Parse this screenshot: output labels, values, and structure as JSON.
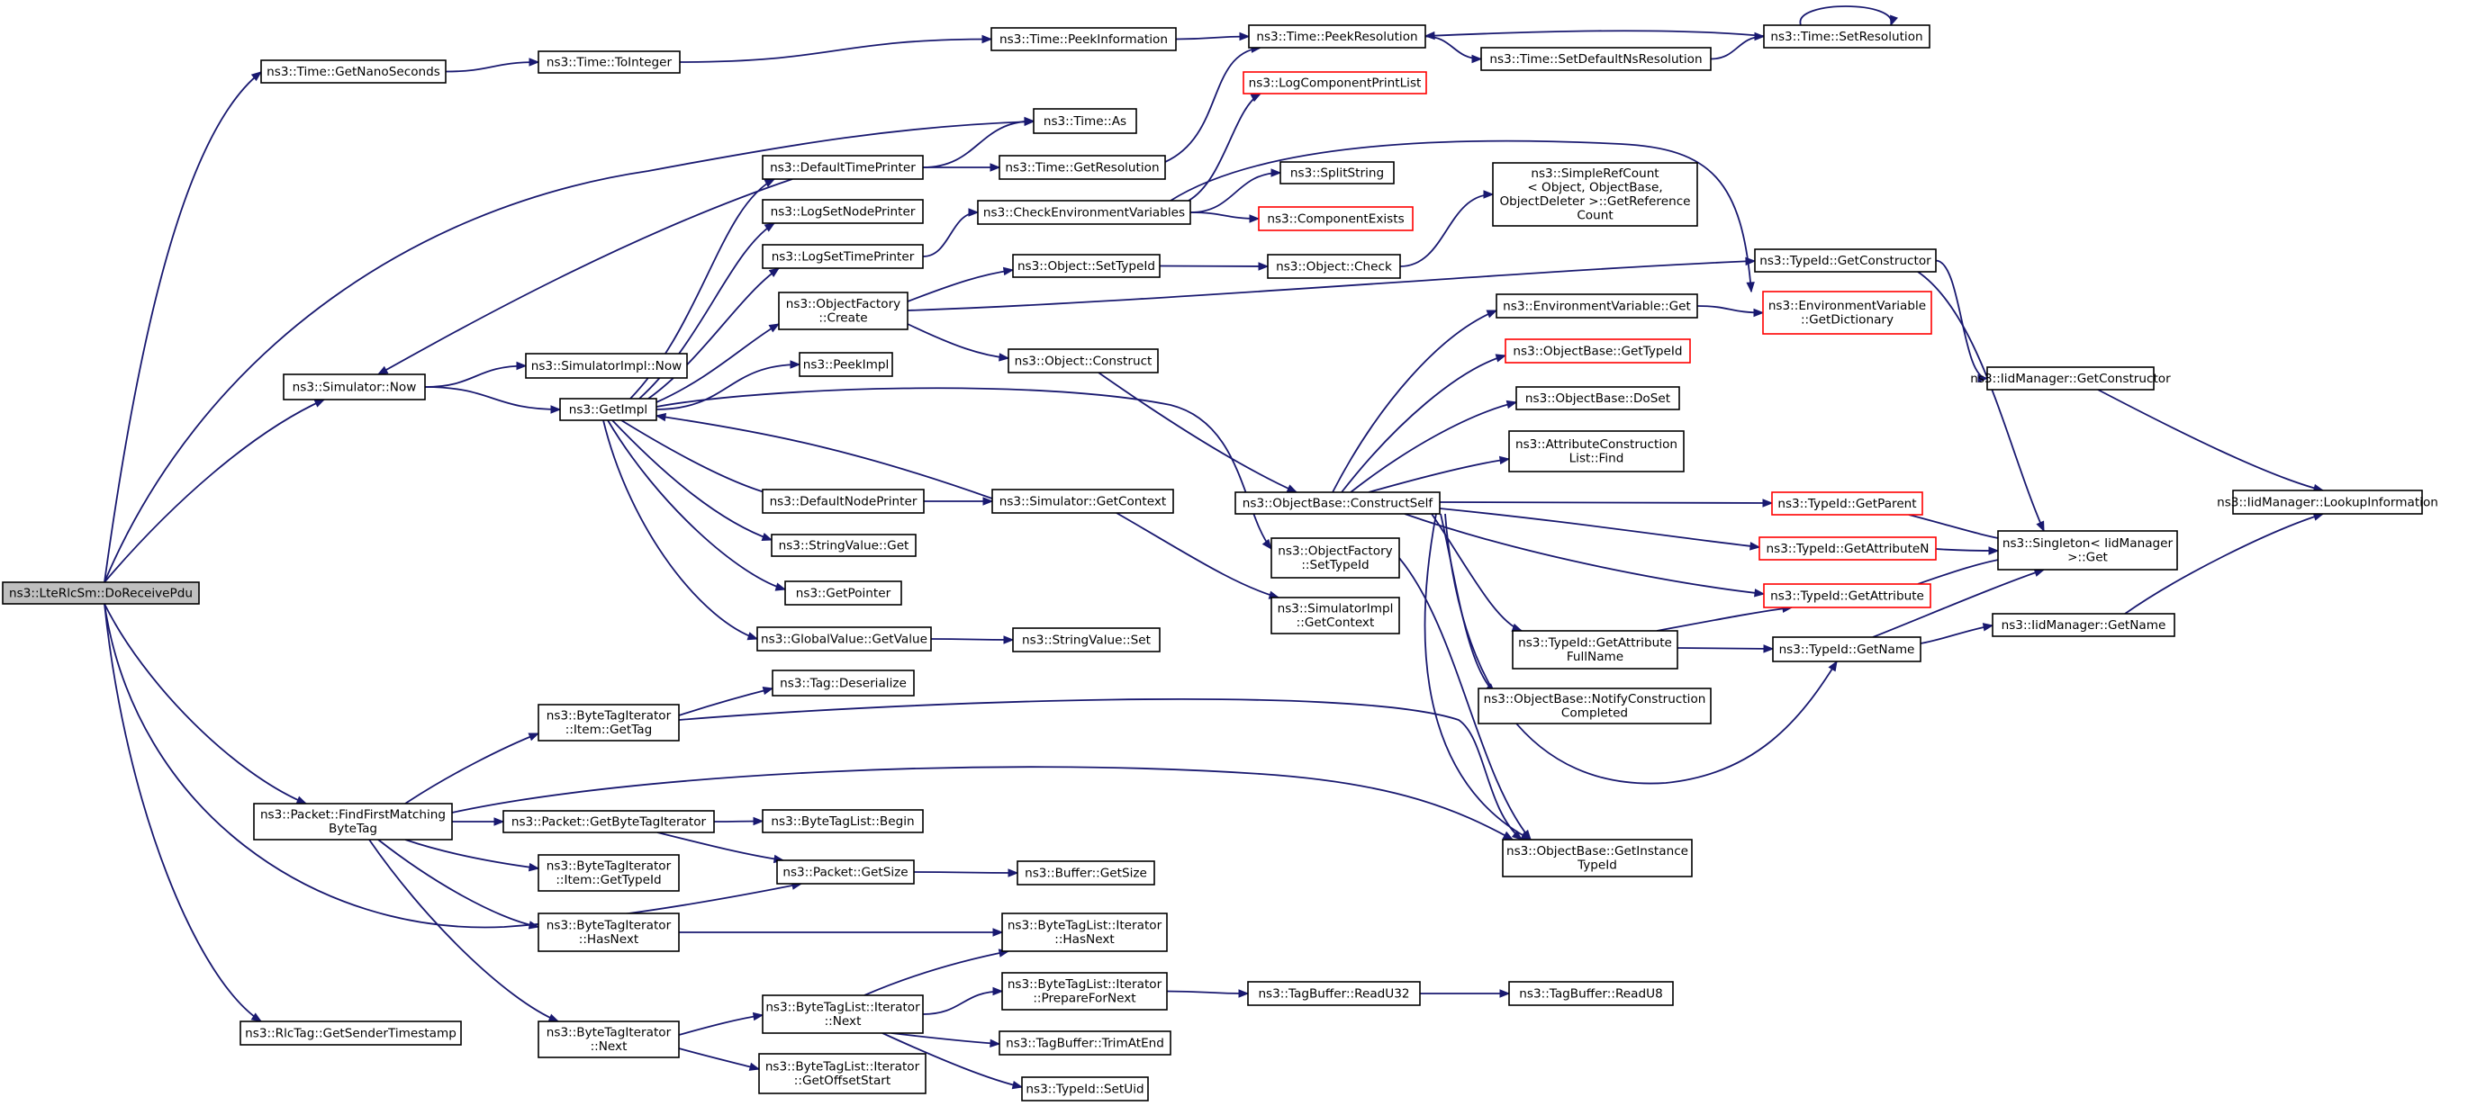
{
  "edge_color": "#191970",
  "root_fill": "#bfbfbf",
  "nodes": [
    {
      "id": "root",
      "lines": [
        "ns3::LteRlcSm::DoReceivePdu"
      ],
      "root": true
    },
    {
      "id": "getnano",
      "lines": [
        "ns3::Time::GetNanoSeconds"
      ]
    },
    {
      "id": "tointeger",
      "lines": [
        "ns3::Time::ToInteger"
      ]
    },
    {
      "id": "peekinfo",
      "lines": [
        "ns3::Time::PeekInformation"
      ]
    },
    {
      "id": "peekres",
      "lines": [
        "ns3::Time::PeekResolution"
      ]
    },
    {
      "id": "setdefault",
      "lines": [
        "ns3::Time::SetDefaultNsResolution"
      ]
    },
    {
      "id": "setres",
      "lines": [
        "ns3::Time::SetResolution"
      ]
    },
    {
      "id": "logprint",
      "lines": [
        "ns3::LogComponentPrintList"
      ],
      "red": true
    },
    {
      "id": "timeas",
      "lines": [
        "ns3::Time::As"
      ]
    },
    {
      "id": "deftimeprinter",
      "lines": [
        "ns3::DefaultTimePrinter"
      ]
    },
    {
      "id": "getres",
      "lines": [
        "ns3::Time::GetResolution"
      ]
    },
    {
      "id": "splitstring",
      "lines": [
        "ns3::SplitString"
      ]
    },
    {
      "id": "lognodeprinter",
      "lines": [
        "ns3::LogSetNodePrinter"
      ]
    },
    {
      "id": "checkenv",
      "lines": [
        "ns3::CheckEnvironmentVariables"
      ]
    },
    {
      "id": "compexists",
      "lines": [
        "ns3::ComponentExists"
      ],
      "red": true
    },
    {
      "id": "simpleref",
      "lines": [
        "ns3::SimpleRefCount",
        "< Object, ObjectBase,",
        "ObjectDeleter >::GetReference",
        "Count"
      ]
    },
    {
      "id": "logtimeprinter",
      "lines": [
        "ns3::LogSetTimePrinter"
      ]
    },
    {
      "id": "objsettypeid",
      "lines": [
        "ns3::Object::SetTypeId"
      ]
    },
    {
      "id": "objcheck",
      "lines": [
        "ns3::Object::Check"
      ]
    },
    {
      "id": "getconstructor",
      "lines": [
        "ns3::TypeId::GetConstructor"
      ]
    },
    {
      "id": "factorycreate",
      "lines": [
        "ns3::ObjectFactory",
        "::Create"
      ]
    },
    {
      "id": "envget",
      "lines": [
        "ns3::EnvironmentVariable::Get"
      ]
    },
    {
      "id": "envdict",
      "lines": [
        "ns3::EnvironmentVariable",
        "::GetDictionary"
      ],
      "red": true
    },
    {
      "id": "obgettypeid",
      "lines": [
        "ns3::ObjectBase::GetTypeId"
      ],
      "red": true
    },
    {
      "id": "objconstruct",
      "lines": [
        "ns3::Object::Construct"
      ]
    },
    {
      "id": "simnow",
      "lines": [
        "ns3::Simulator::Now"
      ]
    },
    {
      "id": "simimplnow",
      "lines": [
        "ns3::SimulatorImpl::Now"
      ]
    },
    {
      "id": "peekimpl",
      "lines": [
        "ns3::PeekImpl"
      ]
    },
    {
      "id": "iidgetctor",
      "lines": [
        "ns3::IidManager::GetConstructor"
      ]
    },
    {
      "id": "getimpl",
      "lines": [
        "ns3::GetImpl"
      ]
    },
    {
      "id": "obdoset",
      "lines": [
        "ns3::ObjectBase::DoSet"
      ]
    },
    {
      "id": "attrfind",
      "lines": [
        "ns3::AttributeConstruction",
        "List::Find"
      ]
    },
    {
      "id": "lookupinfo",
      "lines": [
        "ns3::IidManager::LookupInformation"
      ]
    },
    {
      "id": "defnodeprinter",
      "lines": [
        "ns3::DefaultNodePrinter"
      ]
    },
    {
      "id": "simgetcontext",
      "lines": [
        "ns3::Simulator::GetContext"
      ]
    },
    {
      "id": "constructself",
      "lines": [
        "ns3::ObjectBase::ConstructSelf"
      ]
    },
    {
      "id": "getparent",
      "lines": [
        "ns3::TypeId::GetParent"
      ],
      "red": true
    },
    {
      "id": "singletonget",
      "lines": [
        "ns3::Singleton< IidManager",
        " >::Get"
      ]
    },
    {
      "id": "factorysettypeid",
      "lines": [
        "ns3::ObjectFactory",
        "::SetTypeId"
      ]
    },
    {
      "id": "getattrn",
      "lines": [
        "ns3::TypeId::GetAttributeN"
      ],
      "red": true
    },
    {
      "id": "strvalget",
      "lines": [
        "ns3::StringValue::Get"
      ]
    },
    {
      "id": "getattribute",
      "lines": [
        "ns3::TypeId::GetAttribute"
      ],
      "red": true
    },
    {
      "id": "simimplctx",
      "lines": [
        "ns3::SimulatorImpl",
        "::GetContext"
      ]
    },
    {
      "id": "getpointer",
      "lines": [
        "ns3::GetPointer"
      ]
    },
    {
      "id": "gvgetvalue",
      "lines": [
        "ns3::GlobalValue::GetValue"
      ]
    },
    {
      "id": "strvalset",
      "lines": [
        "ns3::StringValue::Set"
      ]
    },
    {
      "id": "getattrfullname",
      "lines": [
        "ns3::TypeId::GetAttribute",
        "FullName"
      ]
    },
    {
      "id": "tidgetname",
      "lines": [
        "ns3::TypeId::GetName"
      ]
    },
    {
      "id": "iidgetname",
      "lines": [
        "ns3::IidManager::GetName"
      ]
    },
    {
      "id": "tagdeser",
      "lines": [
        "ns3::Tag::Deserialize"
      ]
    },
    {
      "id": "notifyconstr",
      "lines": [
        "ns3::ObjectBase::NotifyConstruction",
        "Completed"
      ]
    },
    {
      "id": "itemgettag",
      "lines": [
        "ns3::ByteTagIterator",
        "::Item::GetTag"
      ]
    },
    {
      "id": "findfirst",
      "lines": [
        "ns3::Packet::FindFirstMatching",
        "ByteTag"
      ]
    },
    {
      "id": "getbytetagiter",
      "lines": [
        "ns3::Packet::GetByteTagIterator"
      ]
    },
    {
      "id": "btlbegin",
      "lines": [
        "ns3::ByteTagList::Begin"
      ]
    },
    {
      "id": "getinstance",
      "lines": [
        "ns3::ObjectBase::GetInstance",
        "TypeId"
      ]
    },
    {
      "id": "itemgettypeid",
      "lines": [
        "ns3::ByteTagIterator",
        "::Item::GetTypeId"
      ]
    },
    {
      "id": "packetgetsize",
      "lines": [
        "ns3::Packet::GetSize"
      ]
    },
    {
      "id": "buffergetsize",
      "lines": [
        "ns3::Buffer::GetSize"
      ]
    },
    {
      "id": "btihasnext",
      "lines": [
        "ns3::ByteTagIterator",
        "::HasNext"
      ]
    },
    {
      "id": "btlihasnext",
      "lines": [
        "ns3::ByteTagList::Iterator",
        "::HasNext"
      ]
    },
    {
      "id": "preparefornext",
      "lines": [
        "ns3::ByteTagList::Iterator",
        "::PrepareForNext"
      ]
    },
    {
      "id": "readu32",
      "lines": [
        "ns3::TagBuffer::ReadU32"
      ]
    },
    {
      "id": "readu8",
      "lines": [
        "ns3::TagBuffer::ReadU8"
      ]
    },
    {
      "id": "btlinext",
      "lines": [
        "ns3::ByteTagList::Iterator",
        "::Next"
      ]
    },
    {
      "id": "rlcgetsender",
      "lines": [
        "ns3::RlcTag::GetSenderTimestamp"
      ]
    },
    {
      "id": "btinext",
      "lines": [
        "ns3::ByteTagIterator",
        "::Next"
      ]
    },
    {
      "id": "trimatend",
      "lines": [
        "ns3::TagBuffer::TrimAtEnd"
      ]
    },
    {
      "id": "getoffsetstart",
      "lines": [
        "ns3::ByteTagList::Iterator",
        "::GetOffsetStart"
      ]
    },
    {
      "id": "setuid",
      "lines": [
        "ns3::TypeId::SetUid"
      ]
    }
  ],
  "edges": [
    [
      "root",
      "getnano"
    ],
    [
      "root",
      "timeas"
    ],
    [
      "root",
      "simnow"
    ],
    [
      "root",
      "findfirst"
    ],
    [
      "root",
      "packetgetsize"
    ],
    [
      "root",
      "rlcgetsender"
    ],
    [
      "getnano",
      "tointeger"
    ],
    [
      "tointeger",
      "peekinfo"
    ],
    [
      "peekinfo",
      "peekres"
    ],
    [
      "peekres",
      "setdefault"
    ],
    [
      "setdefault",
      "setres"
    ],
    [
      "setres",
      "peekres"
    ],
    [
      "setres",
      "setres"
    ],
    [
      "deftimeprinter",
      "timeas"
    ],
    [
      "deftimeprinter",
      "getres"
    ],
    [
      "getres",
      "peekres"
    ],
    [
      "deftimeprinter",
      "simnow"
    ],
    [
      "checkenv",
      "logprint"
    ],
    [
      "checkenv",
      "splitstring"
    ],
    [
      "checkenv",
      "compexists"
    ],
    [
      "checkenv",
      "envdict"
    ],
    [
      "logtimeprinter",
      "checkenv"
    ],
    [
      "simnow",
      "simimplnow"
    ],
    [
      "simnow",
      "getimpl"
    ],
    [
      "getimpl",
      "deftimeprinter"
    ],
    [
      "getimpl",
      "lognodeprinter"
    ],
    [
      "getimpl",
      "logtimeprinter"
    ],
    [
      "getimpl",
      "factorycreate"
    ],
    [
      "getimpl",
      "peekimpl"
    ],
    [
      "getimpl",
      "factorysettypeid"
    ],
    [
      "getimpl",
      "defnodeprinter"
    ],
    [
      "getimpl",
      "strvalget"
    ],
    [
      "getimpl",
      "getpointer"
    ],
    [
      "getimpl",
      "gvgetvalue"
    ],
    [
      "factorycreate",
      "objsettypeid"
    ],
    [
      "factorycreate",
      "getconstructor"
    ],
    [
      "factorycreate",
      "objconstruct"
    ],
    [
      "objsettypeid",
      "objcheck"
    ],
    [
      "objcheck",
      "simpleref"
    ],
    [
      "getconstructor",
      "iidgetctor"
    ],
    [
      "getconstructor",
      "singletonget"
    ],
    [
      "iidgetctor",
      "lookupinfo"
    ],
    [
      "envget",
      "envdict"
    ],
    [
      "objconstruct",
      "constructself"
    ],
    [
      "constructself",
      "envget"
    ],
    [
      "constructself",
      "obgettypeid"
    ],
    [
      "constructself",
      "obdoset"
    ],
    [
      "constructself",
      "attrfind"
    ],
    [
      "constructself",
      "getparent"
    ],
    [
      "constructself",
      "getattrn"
    ],
    [
      "constructself",
      "getattribute"
    ],
    [
      "constructself",
      "getattrfullname"
    ],
    [
      "constructself",
      "notifyconstr"
    ],
    [
      "constructself",
      "tidgetname"
    ],
    [
      "constructself",
      "getinstance"
    ],
    [
      "getparent",
      "singletonget"
    ],
    [
      "getattrn",
      "singletonget"
    ],
    [
      "getattribute",
      "singletonget"
    ],
    [
      "getattrfullname",
      "getattribute"
    ],
    [
      "getattrfullname",
      "tidgetname"
    ],
    [
      "tidgetname",
      "singletonget"
    ],
    [
      "tidgetname",
      "iidgetname"
    ],
    [
      "iidgetname",
      "lookupinfo"
    ],
    [
      "defnodeprinter",
      "simgetcontext"
    ],
    [
      "simgetcontext",
      "getimpl"
    ],
    [
      "simgetcontext",
      "simimplctx"
    ],
    [
      "gvgetvalue",
      "strvalset"
    ],
    [
      "factorysettypeid",
      "getinstance"
    ],
    [
      "findfirst",
      "itemgettag"
    ],
    [
      "findfirst",
      "getbytetagiter"
    ],
    [
      "findfirst",
      "getinstance"
    ],
    [
      "findfirst",
      "itemgettypeid"
    ],
    [
      "findfirst",
      "btihasnext"
    ],
    [
      "findfirst",
      "btinext"
    ],
    [
      "itemgettag",
      "tagdeser"
    ],
    [
      "itemgettag",
      "getinstance"
    ],
    [
      "getbytetagiter",
      "btlbegin"
    ],
    [
      "getbytetagiter",
      "packetgetsize"
    ],
    [
      "packetgetsize",
      "buffergetsize"
    ],
    [
      "btihasnext",
      "btlihasnext"
    ],
    [
      "btinext",
      "btlinext"
    ],
    [
      "btinext",
      "getoffsetstart"
    ],
    [
      "btlinext",
      "btlihasnext"
    ],
    [
      "btlinext",
      "preparefornext"
    ],
    [
      "btlinext",
      "trimatend"
    ],
    [
      "btlinext",
      "setuid"
    ],
    [
      "preparefornext",
      "readu32"
    ],
    [
      "readu32",
      "readu8"
    ]
  ]
}
